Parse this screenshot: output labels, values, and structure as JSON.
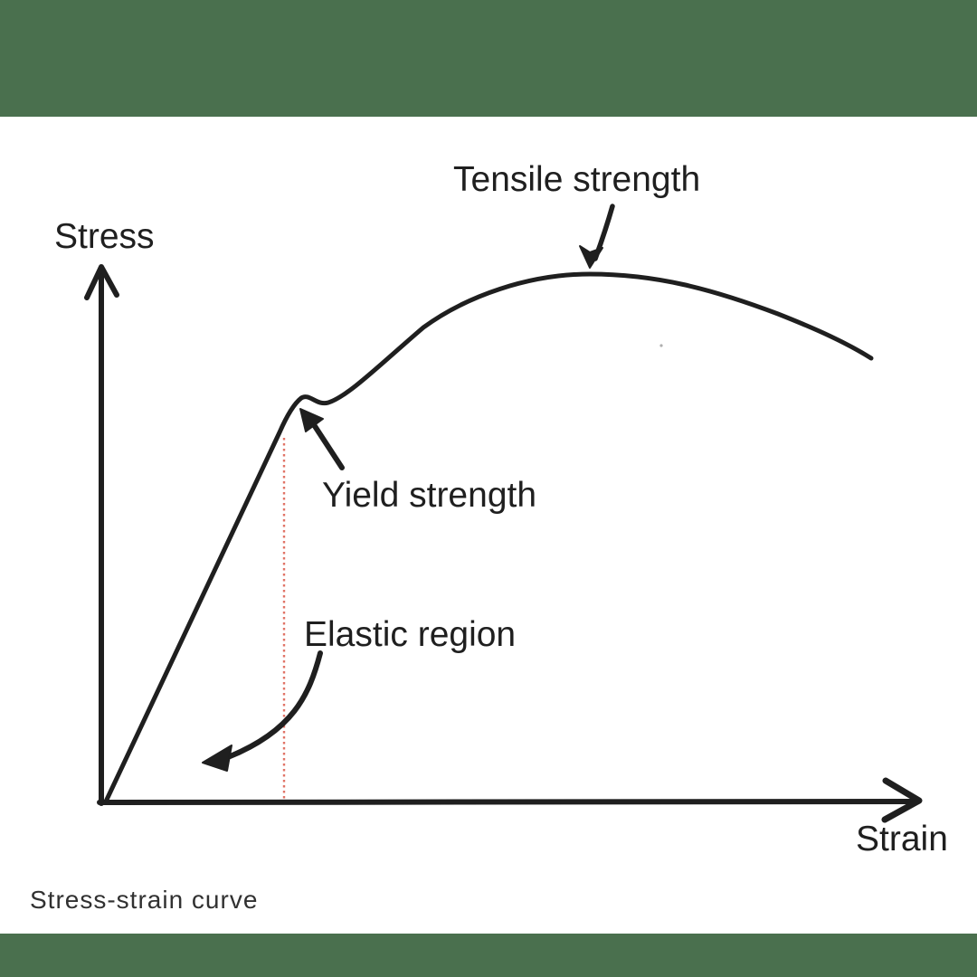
{
  "frame": {
    "top_bar_color": "#4a704e",
    "bottom_bar_color": "#4a704e",
    "background_color": "#ffffff",
    "ink_color": "#1f1f1f",
    "dotted_line_color": "#e07366"
  },
  "labels": {
    "y_axis": "Stress",
    "x_axis": "Strain",
    "tensile": "Tensile strength",
    "yield": "Yield strength",
    "elastic": "Elastic region",
    "caption": "Stress-strain curve"
  },
  "chart_data": {
    "type": "line",
    "title": "Stress-strain curve",
    "xlabel": "Strain",
    "ylabel": "Stress",
    "axes_numeric": false,
    "grid": false,
    "style": "hand-drawn schematic, single black curve",
    "curve_shape": "linear elastic rise from origin, small bump at yield point, gradual concave rise to tensile-strength peak, gentle decline after peak",
    "annotations": [
      {
        "label": "Tensile strength",
        "arrow": "points down-left to the peak of the curve"
      },
      {
        "label": "Yield strength",
        "arrow": "points up-left to the bump where the linear region ends"
      },
      {
        "label": "Elastic region",
        "arrow": "curved arrow pointing down-left into the area under the linear segment"
      }
    ],
    "markers": [
      {
        "name": "elastic-limit",
        "style": "vertical dotted salmon line from yield point down to strain axis"
      }
    ]
  }
}
